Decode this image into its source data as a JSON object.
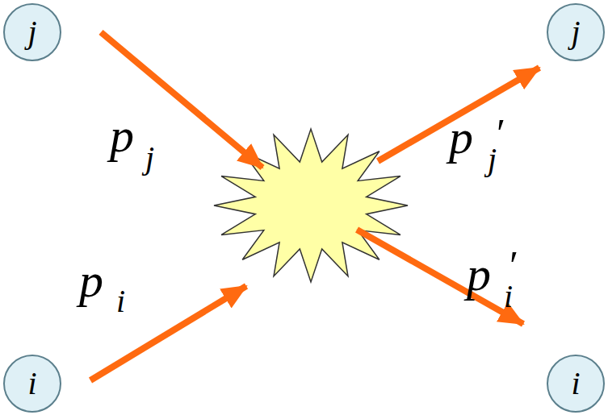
{
  "diagram": {
    "nodes": [
      {
        "text": [
          "j"
        ]
      },
      {
        "text": [
          "j"
        ]
      },
      {
        "text": [
          "i"
        ]
      },
      {
        "text": [
          "i"
        ]
      }
    ],
    "labels": [
      "p",
      "j",
      "p",
      "i",
      "p",
      "j",
      "′",
      "p",
      "i",
      "′"
    ]
  }
}
